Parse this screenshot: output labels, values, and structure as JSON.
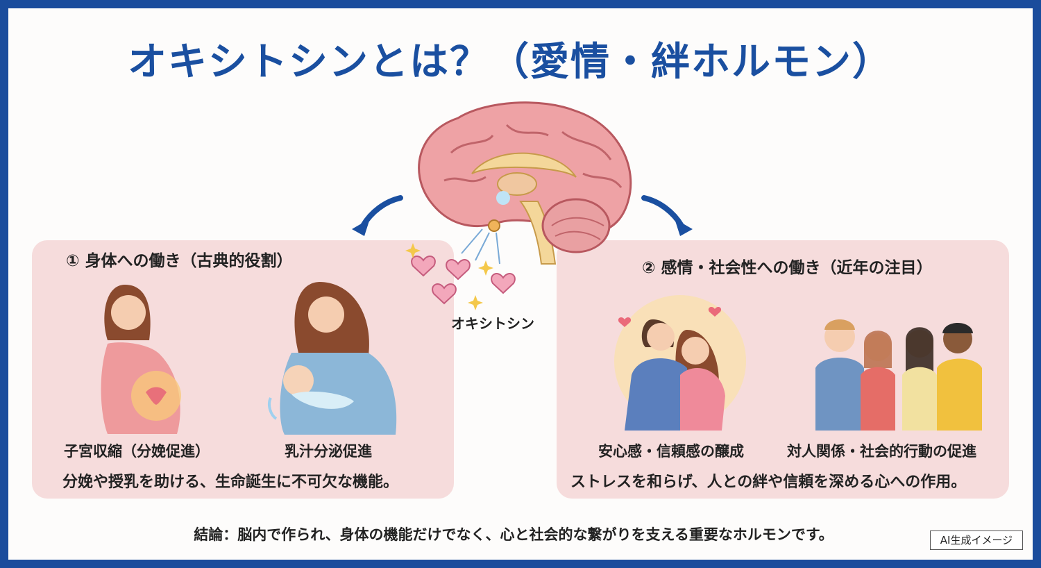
{
  "title": "オキシトシンとは？（愛情・絆ホルモン）",
  "brain": {
    "oxytocin_label": "オキシトシン"
  },
  "left_panel": {
    "heading": "① 身体への働き（古典的役割）",
    "caption_1": "子宮収縮（分娩促進）",
    "caption_2": "乳汁分泌促進",
    "summary": "分娩や授乳を助ける、生命誕生に不可欠な機能。"
  },
  "right_panel": {
    "heading": "② 感情・社会性への働き（近年の注目）",
    "caption_1": "安心感・信頼感の醸成",
    "caption_2": "対人関係・社会的行動の促進",
    "summary": "ストレスを和らげ、人との絆や信頼を深める心への作用。"
  },
  "conclusion": "結論：脳内で作られ、身体の機能だけでなく、心と社会的な繋がりを支える重要なホルモンです。",
  "badge": "AI生成イメージ",
  "colors": {
    "frame": "#1a4c9c",
    "title": "#1a4fa0",
    "panel": "#f6dcdc",
    "arrow": "#1a4fa0",
    "brain": "#e8969a"
  }
}
